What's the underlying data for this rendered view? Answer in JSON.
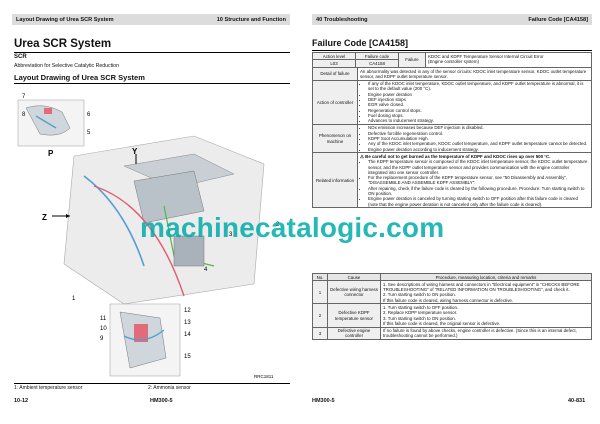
{
  "left": {
    "header_left": "Layout Drawing of Urea SCR System",
    "header_right": "10 Structure and Function",
    "title": "Urea SCR System",
    "sub": "SCR",
    "sub_desc": "Abbreviation for Selective Catalytic Reduction",
    "section": "Layout Drawing of Urea SCR System",
    "callouts": [
      "7",
      "8",
      "6",
      "5",
      "P",
      "Y",
      "Z",
      "4",
      "3",
      "2",
      "1",
      "12",
      "13",
      "14",
      "11",
      "10",
      "9",
      "15"
    ],
    "figure_code": "RRC1811",
    "captions": [
      "1: Ambient temperature sensor",
      "2: Ammonia sensor"
    ],
    "footer_left": "10-12",
    "footer_right": "HM300-5"
  },
  "right": {
    "header_left": "40 Troubleshooting",
    "header_right": "Failure Code [CA4158]",
    "title": "Failure Code [CA4158]",
    "top": {
      "action_level": "Action level",
      "failure_code": "Failure code",
      "failure": "Failure",
      "failure_desc1": "KDOC and KDPF Temperature Sensor Internal Circuit Error",
      "failure_desc2": "(Engine controller system)",
      "level": "L03",
      "code": "CA4158"
    },
    "detail_label": "Detail of failure",
    "detail_text": "An abnormality was detected in any of the sensor circuits: KDOC inlet temperature sensor, KDOC outlet temperature sensor, and KDPF outlet temperature sensor.",
    "action_label": "Action of controller",
    "action_items": [
      "If any of the KDOC inlet temperature, KDOC outlet temperature, and KDPF outlet temperature is abnormal, it is set to the default value (200 °C).",
      "Engine power deration",
      "DEF injection stops",
      "EGR valve closed.",
      "Regeneration control stops.",
      "Fuel dosing stops.",
      "Advances to inducement strategy."
    ],
    "phen_label": "Phenomenon on machine",
    "phen_items": [
      "NOx emission increases because DEF injection is disabled.",
      "Defective forcible regeneration control.",
      "KDPF Soot Accumulation High.",
      "Any of the KDOC inlet temperature, KDOC outlet temperature, and KDPF outlet temperature cannot be detected.",
      "Engine power deration according to inducement strategy."
    ],
    "related_label": "Related information",
    "related_warning": "Be careful not to get burned as the temperature of KDPF and KDOC rises up over 500 °C.",
    "related_items": [
      "The KDPF temperature sensor is composed of the KDOC inlet temperature sensor, the KDOC outlet temperature sensor, and the KDPF outlet temperature sensor and provides communication with the engine controller integrated into one sensor controller.",
      "For the replacement procedure of the KDPF temperature sensor, see \"50 Disassembly and Assembly\", \"DISASSEMBLE AND ASSEMBLE KDPF ASSEMBLY\".",
      "After repairing, check if the failure code is cleared by the following procedure. Procedure: Turn starting switch to ON position.",
      "Engine power deration is canceled by turning starting switch to OFF position after this failure code is cleared (note that the engine power deration is not canceled only after the failure code is cleared)."
    ],
    "cause_head": {
      "no": "No.",
      "cause": "Cause",
      "proc": "Procedure, measuring location, criteria and remarks"
    },
    "causes": [
      {
        "no": "1",
        "cause": "Defective wiring harness connector",
        "steps": [
          "1.  See descriptions of wiring harness and connectors in \"Electrical equipment\" in \"CHECKS BEFORE TROUBLESHOOTING\" of \"RELATED INFORMATION ON TROUBLESHOOTING\", and check it.",
          "2.  Turn starting switch to ON position.",
          "If this failure code is cleared, wiring harness connector is defective."
        ]
      },
      {
        "no": "2",
        "cause": "Defective KDPF temperature sensor",
        "steps": [
          "1.  Turn starting switch to OFF position.",
          "2.  Replace KDPF temperature sensor.",
          "3.  Turn starting switch to ON position.",
          "If this failure code is cleared, the original sensor is defective."
        ]
      },
      {
        "no": "3",
        "cause": "Defective engine controller",
        "steps": [
          "If no failure is found by above checks, engine controller is defective. (Since this is an internal defect, troubleshooting cannot be performed.)"
        ]
      }
    ],
    "footer_left": "HM300-5",
    "footer_right": "40-831"
  },
  "watermark": "machinecatalogic.com"
}
